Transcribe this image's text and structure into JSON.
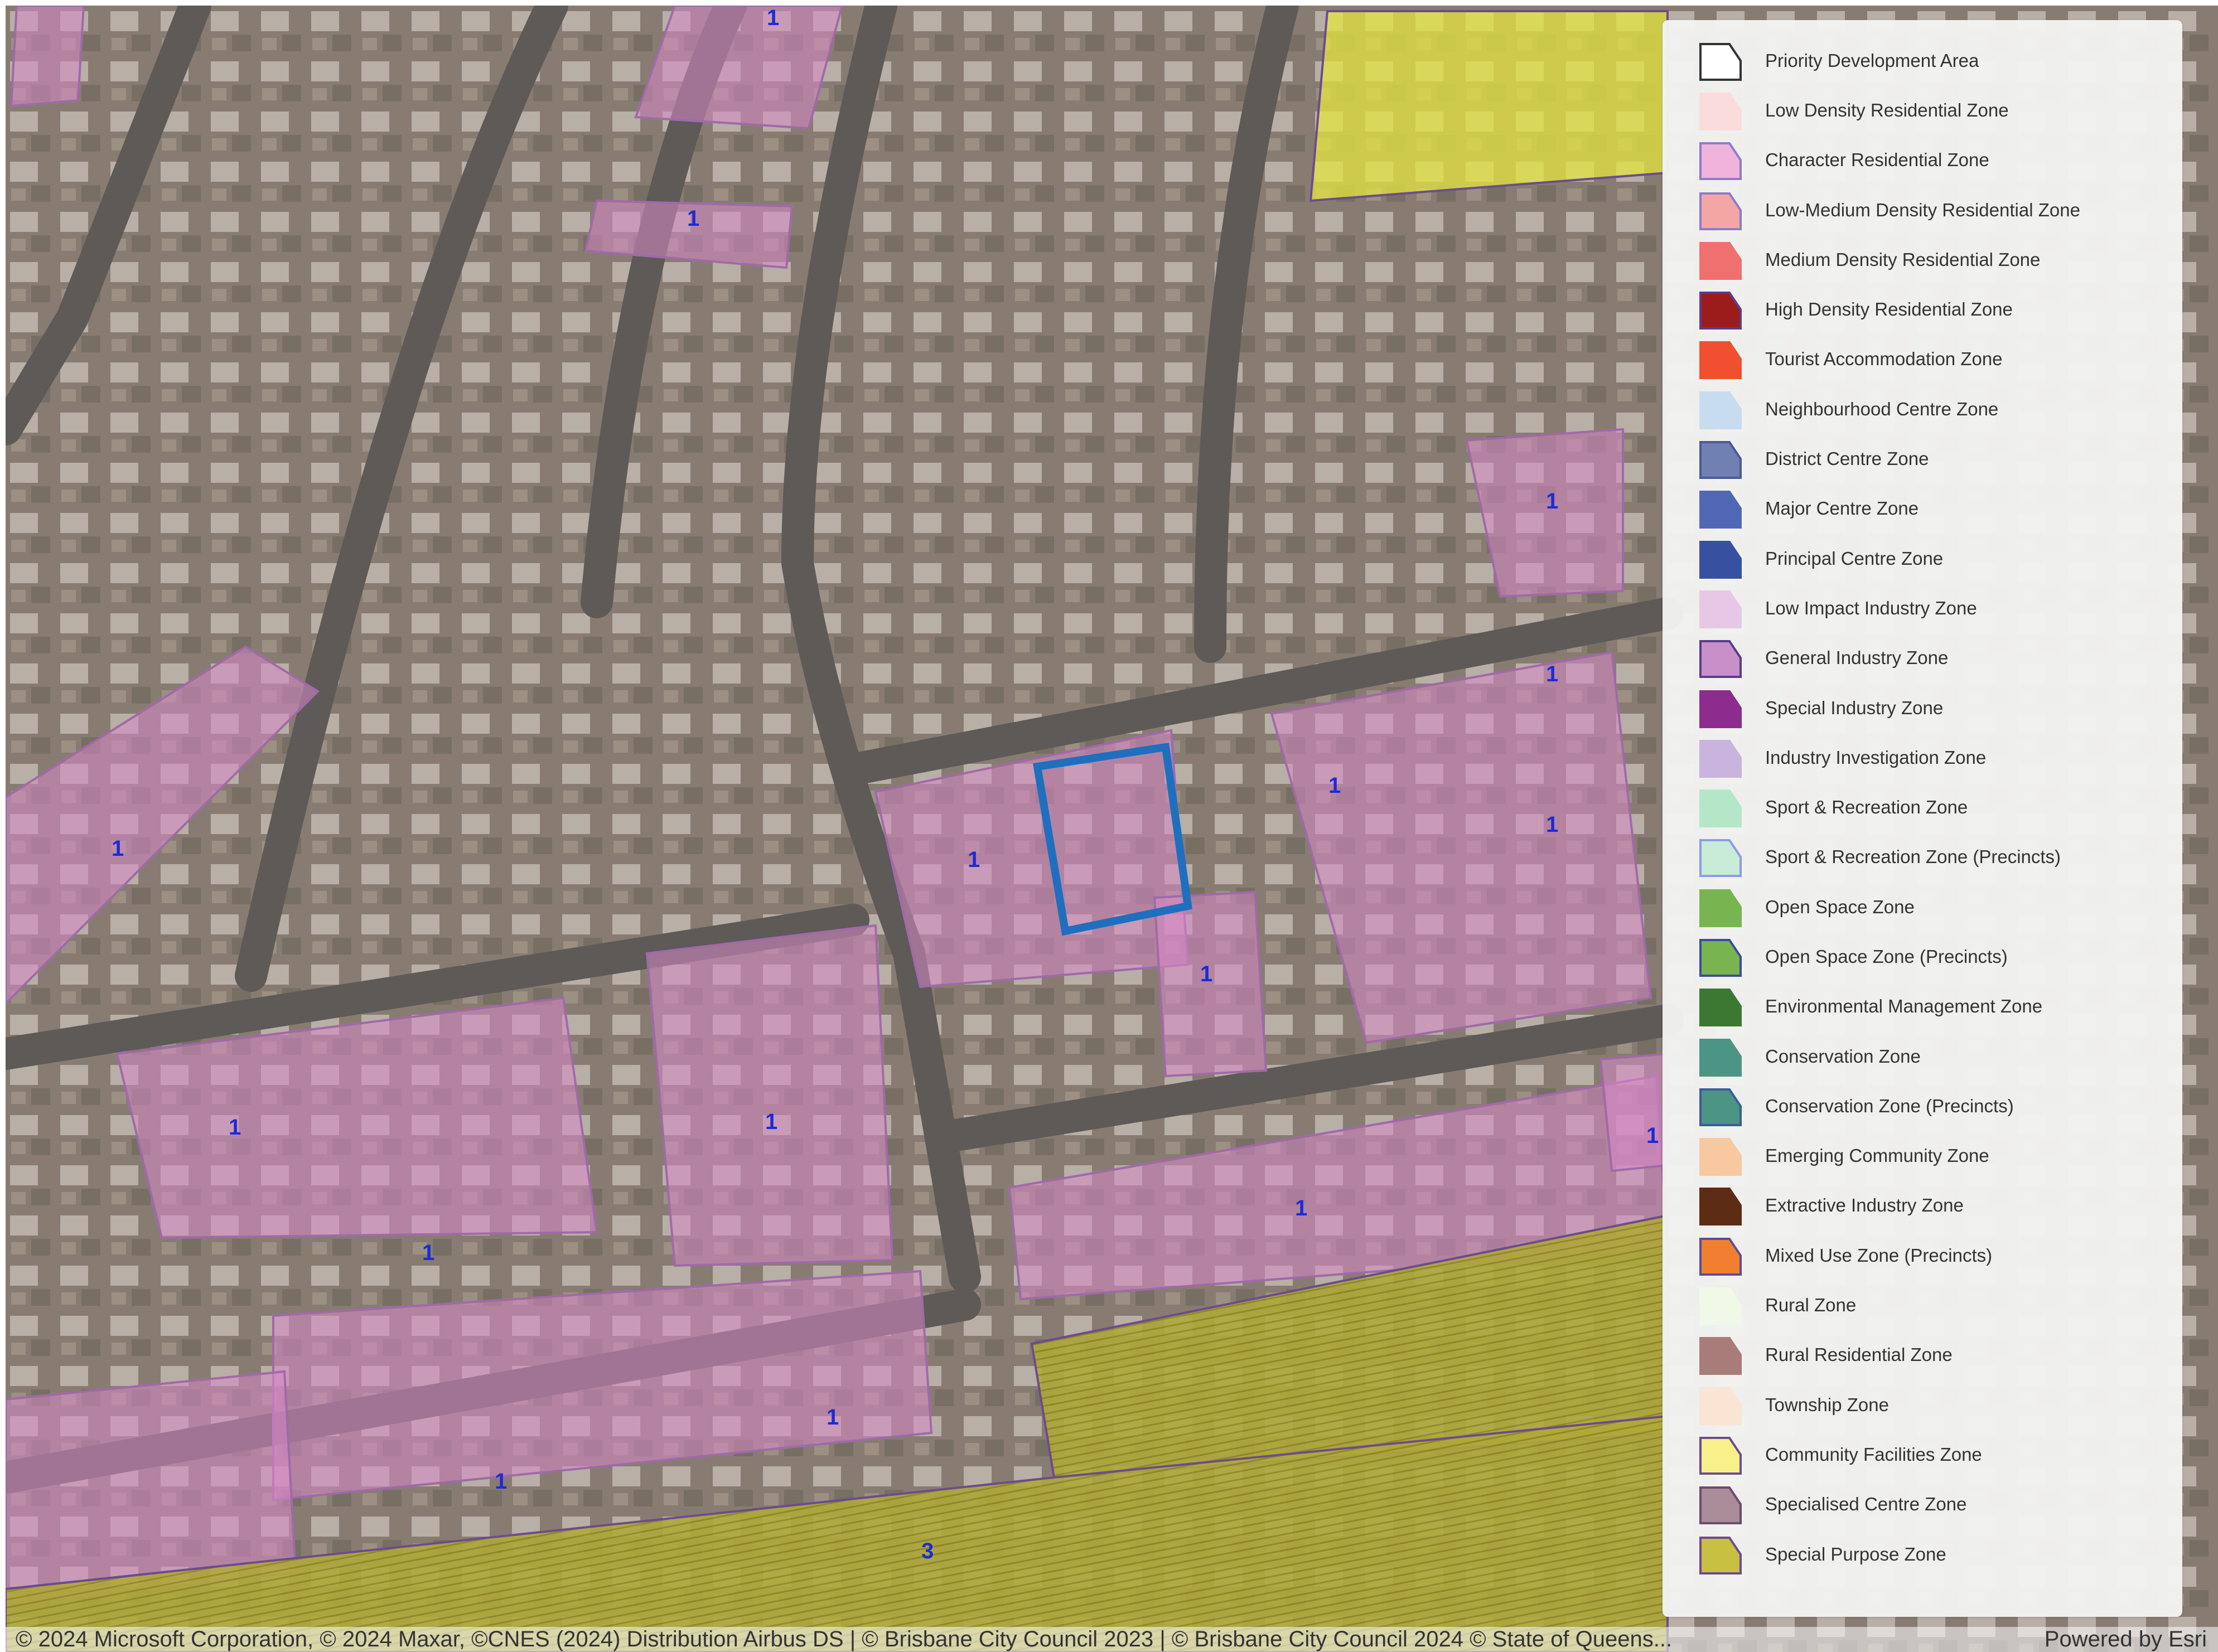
{
  "map": {
    "zone_labels": [
      {
        "id": "label-1a",
        "text": "1"
      },
      {
        "id": "label-1b",
        "text": "1"
      },
      {
        "id": "label-1c",
        "text": "1"
      },
      {
        "id": "label-1d",
        "text": "1"
      },
      {
        "id": "label-1e",
        "text": "1"
      },
      {
        "id": "label-1f",
        "text": "1"
      },
      {
        "id": "label-1g",
        "text": "1"
      },
      {
        "id": "label-1h",
        "text": "1"
      },
      {
        "id": "label-1i",
        "text": "1"
      },
      {
        "id": "label-1j",
        "text": "1"
      },
      {
        "id": "label-1k",
        "text": "1"
      },
      {
        "id": "label-1l",
        "text": "1"
      },
      {
        "id": "label-1m",
        "text": "1"
      },
      {
        "id": "label-1n",
        "text": "1"
      },
      {
        "id": "label-1o",
        "text": "1"
      },
      {
        "id": "label-1p",
        "text": "1"
      },
      {
        "id": "label-3",
        "text": "3"
      }
    ],
    "colors": {
      "aerial_base": "#8d8278",
      "road": "#5d5a57",
      "character_residential": "#d889c9",
      "community_facilities": "#e6e640",
      "special_purpose": "#c7c21e",
      "selected_parcel": "#1f6fbf"
    }
  },
  "legend": {
    "items": [
      {
        "label": "Priority Development Area",
        "fill": "#ffffff",
        "stroke": "#333333"
      },
      {
        "label": "Low Density Residential Zone",
        "fill": "#fbdcdc",
        "stroke": "#fbdcdc"
      },
      {
        "label": "Character Residential Zone",
        "fill": "#f0b4dc",
        "stroke": "#8c7cc8"
      },
      {
        "label": "Low-Medium Density Residential Zone",
        "fill": "#f4a6a6",
        "stroke": "#8c7cc8"
      },
      {
        "label": "Medium Density Residential Zone",
        "fill": "#f07070",
        "stroke": "#f07070"
      },
      {
        "label": "High Density Residential Zone",
        "fill": "#9c1c1c",
        "stroke": "#5a3c8c"
      },
      {
        "label": "Tourist Accommodation Zone",
        "fill": "#f05030",
        "stroke": "#f05030"
      },
      {
        "label": "Neighbourhood Centre Zone",
        "fill": "#c8dcf0",
        "stroke": "#c8dcf0"
      },
      {
        "label": "District Centre Zone",
        "fill": "#7080b0",
        "stroke": "#4a5a9a"
      },
      {
        "label": "Major Centre Zone",
        "fill": "#5068b4",
        "stroke": "#5068b4"
      },
      {
        "label": "Principal Centre Zone",
        "fill": "#3850a0",
        "stroke": "#3850a0"
      },
      {
        "label": "Low Impact Industry Zone",
        "fill": "#e6c8e6",
        "stroke": "#e6c8e6"
      },
      {
        "label": "General Industry Zone",
        "fill": "#c890c8",
        "stroke": "#5a3c8c"
      },
      {
        "label": "Special Industry Zone",
        "fill": "#8c2c8c",
        "stroke": "#8c2c8c"
      },
      {
        "label": "Industry Investigation Zone",
        "fill": "#c8b4dc",
        "stroke": "#c8b4dc"
      },
      {
        "label": "Sport & Recreation Zone",
        "fill": "#b4e6c8",
        "stroke": "#b4e6c8"
      },
      {
        "label": "Sport & Recreation Zone (Precincts)",
        "fill": "#c8ecd8",
        "stroke": "#8c9ce6"
      },
      {
        "label": "Open Space Zone",
        "fill": "#78b450",
        "stroke": "#78b450"
      },
      {
        "label": "Open Space Zone (Precincts)",
        "fill": "#78b450",
        "stroke": "#3c4c9c"
      },
      {
        "label": "Environmental Management Zone",
        "fill": "#3c7832",
        "stroke": "#3c7832"
      },
      {
        "label": "Conservation Zone",
        "fill": "#4c9484",
        "stroke": "#4c9484"
      },
      {
        "label": "Conservation Zone (Precincts)",
        "fill": "#4c9484",
        "stroke": "#3c5c9c"
      },
      {
        "label": "Emerging Community Zone",
        "fill": "#f8c8a0",
        "stroke": "#f8c8a0"
      },
      {
        "label": "Extractive Industry Zone",
        "fill": "#5c2c14",
        "stroke": "#5c2c14"
      },
      {
        "label": "Mixed Use Zone (Precincts)",
        "fill": "#f08030",
        "stroke": "#5a4c9c"
      },
      {
        "label": "Rural Zone",
        "fill": "#f0f8e8",
        "stroke": "#f0f8e8"
      },
      {
        "label": "Rural Residential Zone",
        "fill": "#a87c78",
        "stroke": "#a87c78"
      },
      {
        "label": "Township Zone",
        "fill": "#fae4d4",
        "stroke": "#fae4d4"
      },
      {
        "label": "Community Facilities Zone",
        "fill": "#f8f088",
        "stroke": "#6c4c8c"
      },
      {
        "label": "Specialised Centre Zone",
        "fill": "#a88c98",
        "stroke": "#6c4c6c"
      },
      {
        "label": "Special Purpose Zone",
        "fill": "#c8c040",
        "stroke": "#6c4c8c"
      }
    ]
  },
  "attribution": {
    "text": "© 2024 Microsoft Corporation, © 2024 Maxar, ©CNES (2024) Distribution Airbus DS | © Brisbane City Council 2023 | © Brisbane City Council 2024 © State of Queens...",
    "powered_by": "Powered by Esri"
  }
}
